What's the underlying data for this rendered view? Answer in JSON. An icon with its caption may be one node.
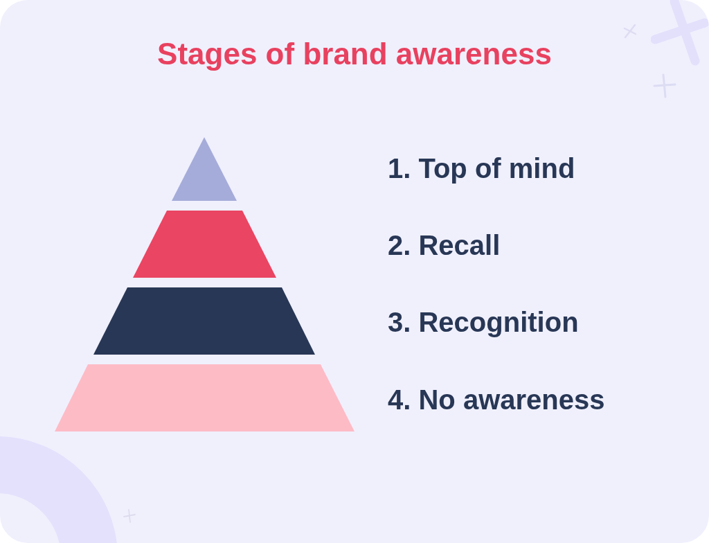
{
  "diagram": {
    "title": "Stages of brand awareness",
    "labels": [
      "1. Top of mind",
      "2. Recall",
      "3. Recognition",
      "4. No awareness"
    ]
  }
}
